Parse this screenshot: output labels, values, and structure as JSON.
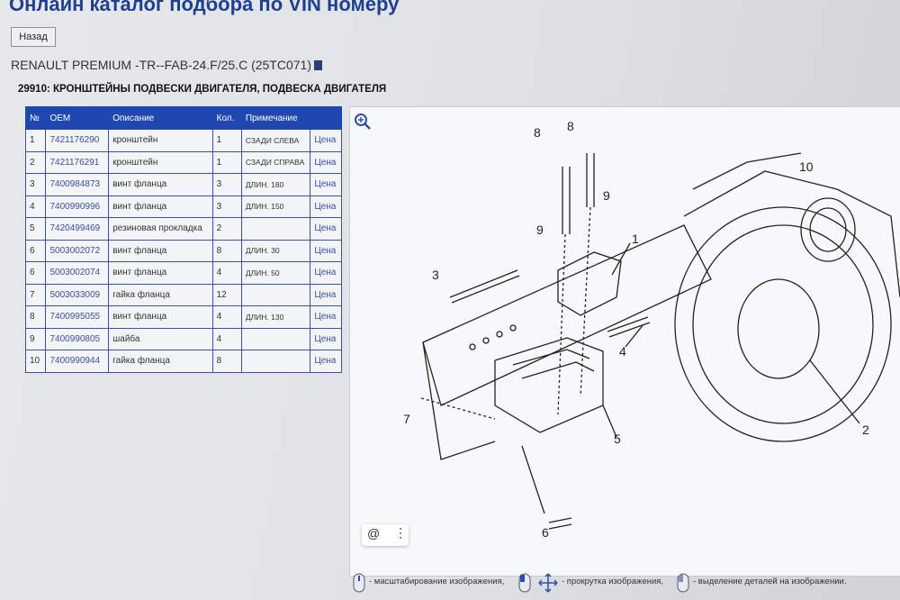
{
  "header": {
    "title": "Онлайн каталог подбора по VIN номеру",
    "back_label": "Назад"
  },
  "vehicle": {
    "name": "RENAULT PREMIUM -TR--FAB-24.F/25.C (25TC071)"
  },
  "group": {
    "title": "29910: КРОНШТЕЙНЫ ПОДВЕСКИ ДВИГАТЕЛЯ, ПОДВЕСКА ДВИГАТЕЛЯ"
  },
  "table": {
    "headers": [
      "№",
      "OEM",
      "Описание",
      "Кол.",
      "Примечание",
      ""
    ],
    "rows": [
      [
        "1",
        "7421176290",
        "кронштейн",
        "1",
        "СЗАДИ СЛЕВА",
        "Цена"
      ],
      [
        "2",
        "7421176291",
        "кронштейн",
        "1",
        "СЗАДИ СПРАВА",
        "Цена"
      ],
      [
        "3",
        "7400984873",
        "винт фланца",
        "3",
        "ДЛИН. 180",
        "Цена"
      ],
      [
        "4",
        "7400990996",
        "винт фланца",
        "3",
        "ДЛИН. 150",
        "Цена"
      ],
      [
        "5",
        "7420499469",
        "резиновая прокладка",
        "2",
        "",
        "Цена"
      ],
      [
        "6",
        "5003002072",
        "винт фланца",
        "8",
        "ДЛИН. 30",
        "Цена"
      ],
      [
        "6",
        "5003002074",
        "винт фланца",
        "4",
        "ДЛИН. 50",
        "Цена"
      ],
      [
        "7",
        "5003033009",
        "гайка фланца",
        "12",
        "",
        "Цена"
      ],
      [
        "8",
        "7400995055",
        "винт фланца",
        "4",
        "ДЛИН. 130",
        "Цена"
      ],
      [
        "9",
        "7400990805",
        "шайба",
        "4",
        "",
        "Цена"
      ],
      [
        "10",
        "7400990944",
        "гайка фланца",
        "8",
        "",
        "Цена"
      ]
    ]
  },
  "diagram": {
    "callouts": [
      "1",
      "2",
      "3",
      "4",
      "5",
      "6",
      "7",
      "8",
      "8",
      "9",
      "9",
      "10"
    ],
    "toolbar": {
      "annotate_icon": "at-icon",
      "more_icon": "more-icon",
      "annotate_glyph": "@",
      "more_glyph": "⋮"
    }
  },
  "legend": {
    "zoom": "- масштабирование изображения,",
    "scroll": "- прокрутка изображения,",
    "select": "- выделение деталей на изображении."
  }
}
